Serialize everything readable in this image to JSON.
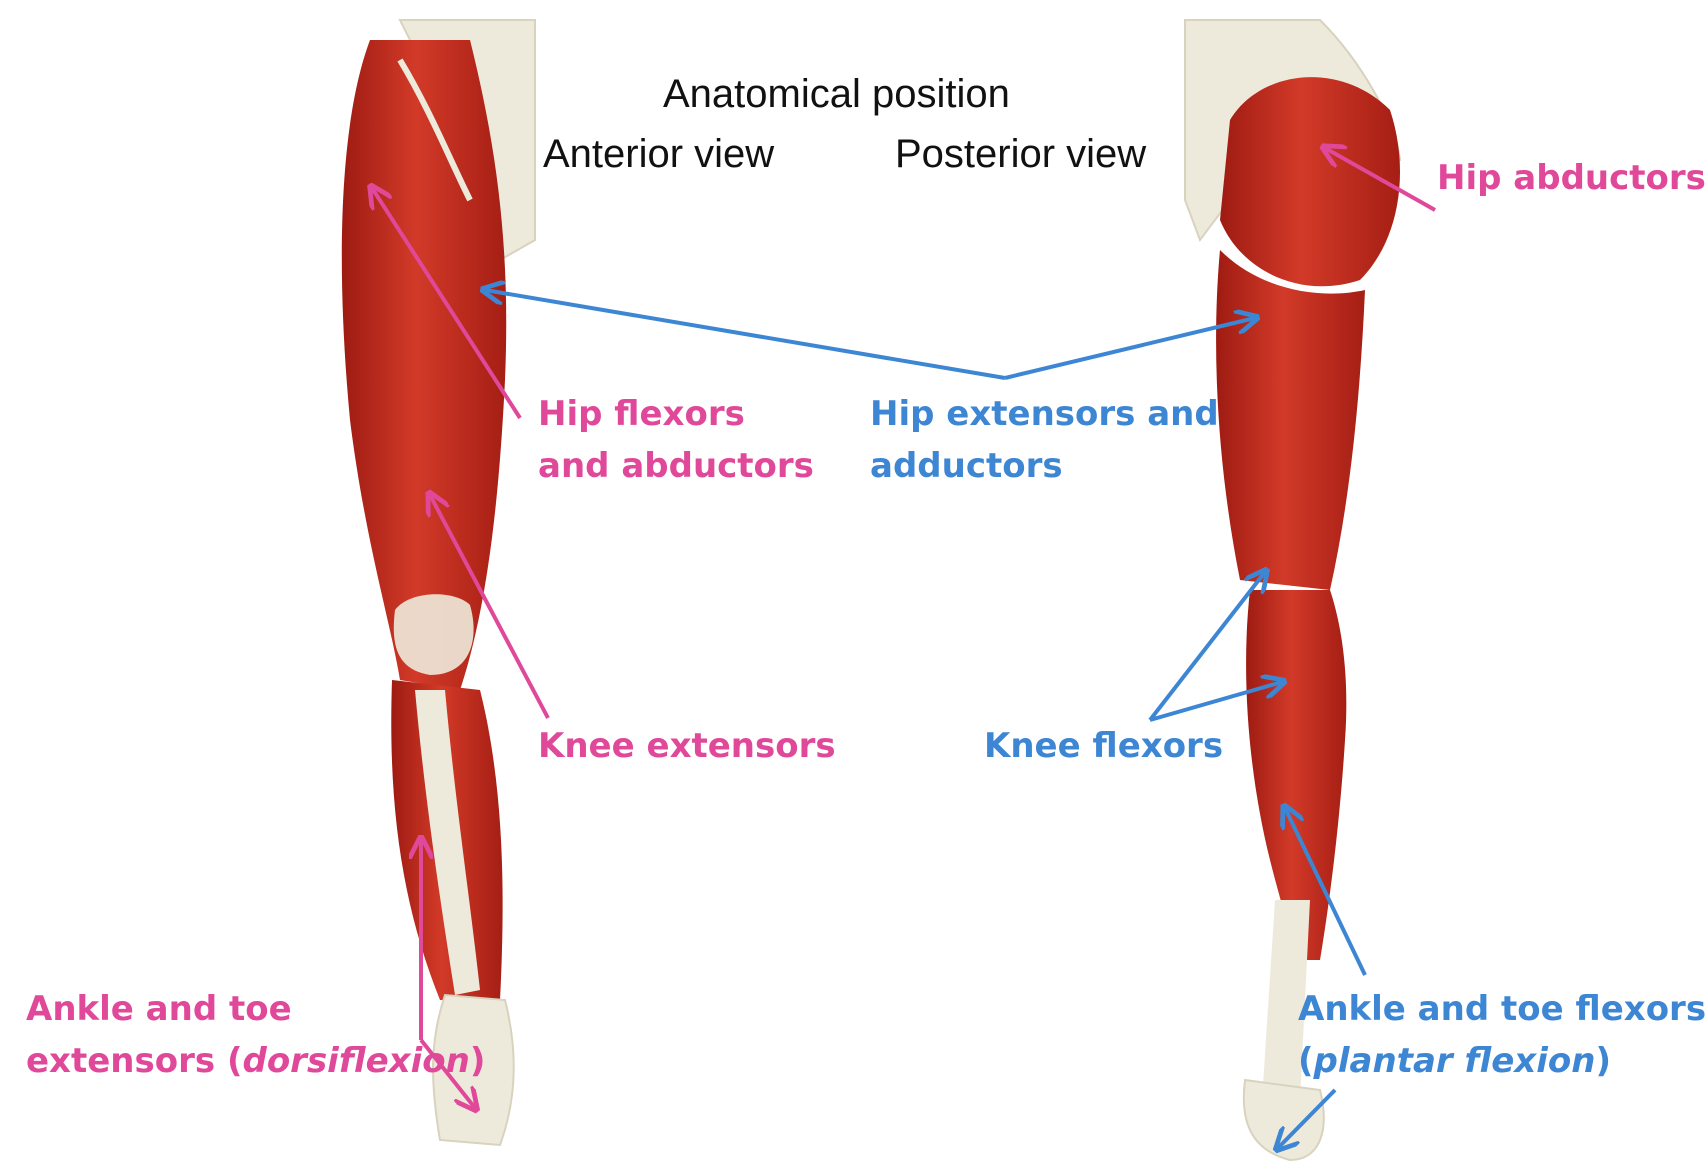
{
  "header": {
    "title": "Anatomical position",
    "anterior": "Anterior view",
    "posterior": "Posterior view"
  },
  "labels": {
    "hip_flexors": {
      "line1": "Hip flexors",
      "line2": "and abductors"
    },
    "knee_extensors": "Knee extensors",
    "ankle_extensors": {
      "line1": "Ankle and toe",
      "line2_prefix": "extensors (",
      "line2_italic": "dorsiflexion",
      "line2_suffix": ")"
    },
    "hip_extensors": {
      "line1": "Hip extensors and",
      "line2": "adductors"
    },
    "knee_flexors": "Knee flexors",
    "hip_abductors": "Hip abductors",
    "ankle_flexors": {
      "line1": "Ankle and toe flexors",
      "line2_prefix": "(",
      "line2_italic": "plantar flexion",
      "line2_suffix": ")"
    }
  },
  "colors": {
    "anterior_label": "#e0489a",
    "posterior_label": "#3d86d4",
    "muscle": "#c42a1e",
    "bone": "#eeeadb"
  }
}
